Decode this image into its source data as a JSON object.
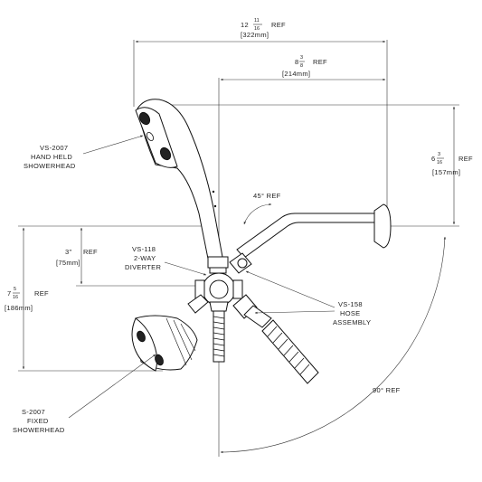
{
  "dimensions": {
    "overall_width": {
      "whole": "12",
      "num": "11",
      "den": "16",
      "ref": "REF",
      "metric": "[322mm]"
    },
    "arm_width": {
      "whole": "8",
      "num": "3",
      "den": "8",
      "ref": "REF",
      "metric": "[214mm]"
    },
    "arm_height": {
      "whole": "6",
      "num": "3",
      "den": "16",
      "ref": "REF",
      "metric": "[157mm]"
    },
    "diverter_drop": {
      "value": "3\"",
      "ref": "REF",
      "metric": "[75mm]"
    },
    "fixed_drop": {
      "whole": "7",
      "num": "5",
      "den": "16",
      "ref": "REF",
      "metric": "[186mm]"
    },
    "arm_angle": "45° REF",
    "swing_angle": "90° REF"
  },
  "callouts": {
    "handheld": [
      "VS-2007",
      "HAND HELD",
      "SHOWERHEAD"
    ],
    "diverter": [
      "VS-118",
      "2-WAY",
      "DIVERTER"
    ],
    "hose": [
      "VS-158",
      "HOSE",
      "ASSEMBLY"
    ],
    "fixed": [
      "S-2007",
      "FIXED",
      "SHOWERHEAD"
    ]
  },
  "colors": {
    "line": "#111111",
    "dimension": "#333333",
    "background": "#ffffff"
  }
}
